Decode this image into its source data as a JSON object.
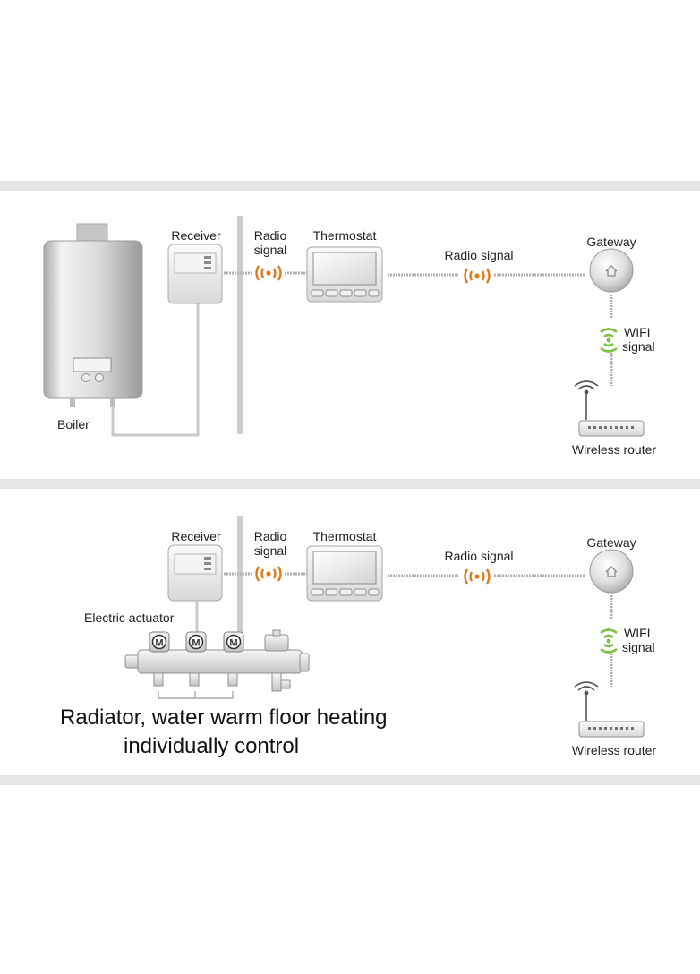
{
  "panel1": {
    "receiver": "Receiver",
    "radio_a_line1": "Radio",
    "radio_a_line2": "signal",
    "thermostat": "Thermostat",
    "radio_b": "Radio signal",
    "gateway": "Gateway",
    "wifi_line1": "WIFI",
    "wifi_line2": "signal",
    "router": "Wireless router",
    "boiler": "Boiler"
  },
  "panel2": {
    "receiver": "Receiver",
    "radio_a_line1": "Radio",
    "radio_a_line2": "signal",
    "thermostat": "Thermostat",
    "radio_b": "Radio signal",
    "gateway": "Gateway",
    "wifi_line1": "WIFI",
    "wifi_line2": "signal",
    "router": "Wireless router",
    "actuator": "Electric actuator",
    "caption_line1": "Radiator, water warm floor heating",
    "caption_line2": "individually control",
    "valve_letter": "M"
  },
  "colors": {
    "radio_signal": "#e07a1a",
    "wifi_signal": "#7cc142",
    "device_gray": "#cfcfcf",
    "band_gray": "#e6e6e6"
  },
  "icons": [
    "radio-signal-icon",
    "wifi-signal-icon",
    "house-icon",
    "router-antenna-icon"
  ]
}
